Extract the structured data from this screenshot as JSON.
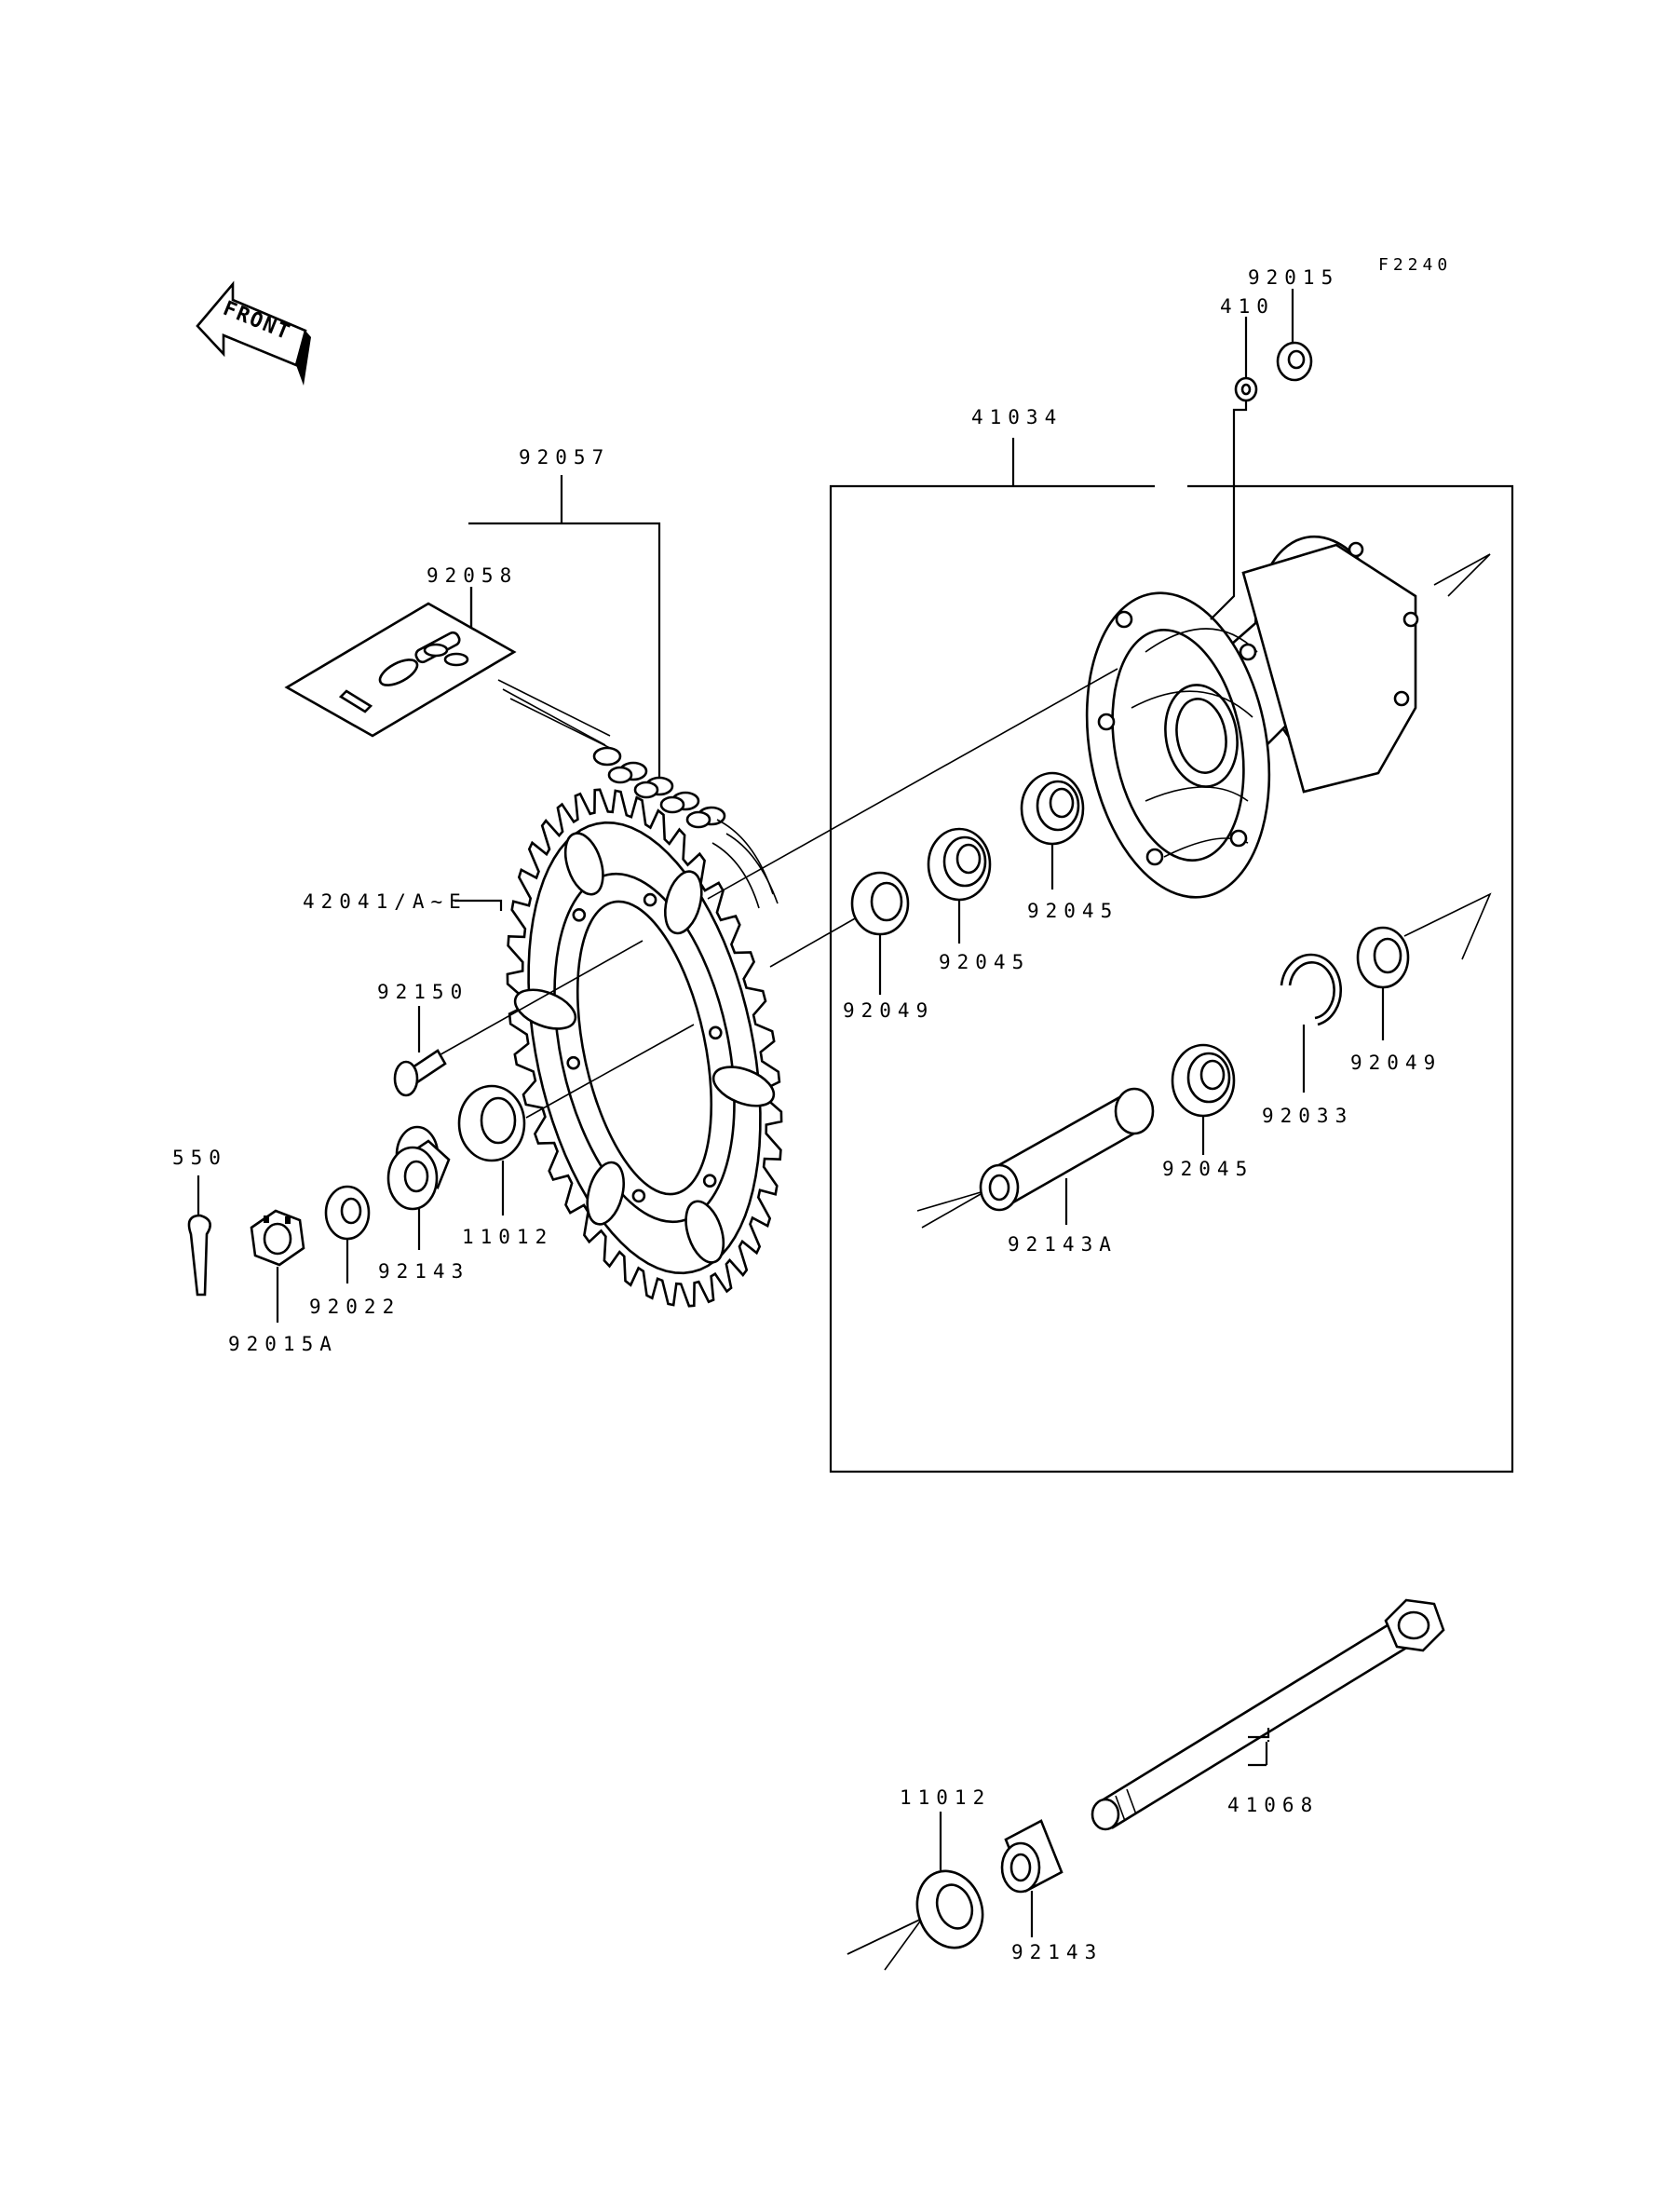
{
  "figure_code": "F2240",
  "front_label": "FRONT",
  "parts": {
    "p92015": "92015",
    "p410": "410",
    "p41034": "41034",
    "p92057": "92057",
    "p92058": "92058",
    "p42041": "42041/A~E",
    "p92150": "92150",
    "p550": "550",
    "p92015A": "92015A",
    "p92022": "92022",
    "p92143_a": "92143",
    "p11012_a": "11012",
    "p92049_a": "92049",
    "p92045_a": "92045",
    "p92045_b": "92045",
    "p92049_b": "92049",
    "p92033": "92033",
    "p92045_c": "92045",
    "p92143A": "92143A",
    "p11012_b": "11012",
    "p92143_b": "92143",
    "p41068": "41068"
  }
}
